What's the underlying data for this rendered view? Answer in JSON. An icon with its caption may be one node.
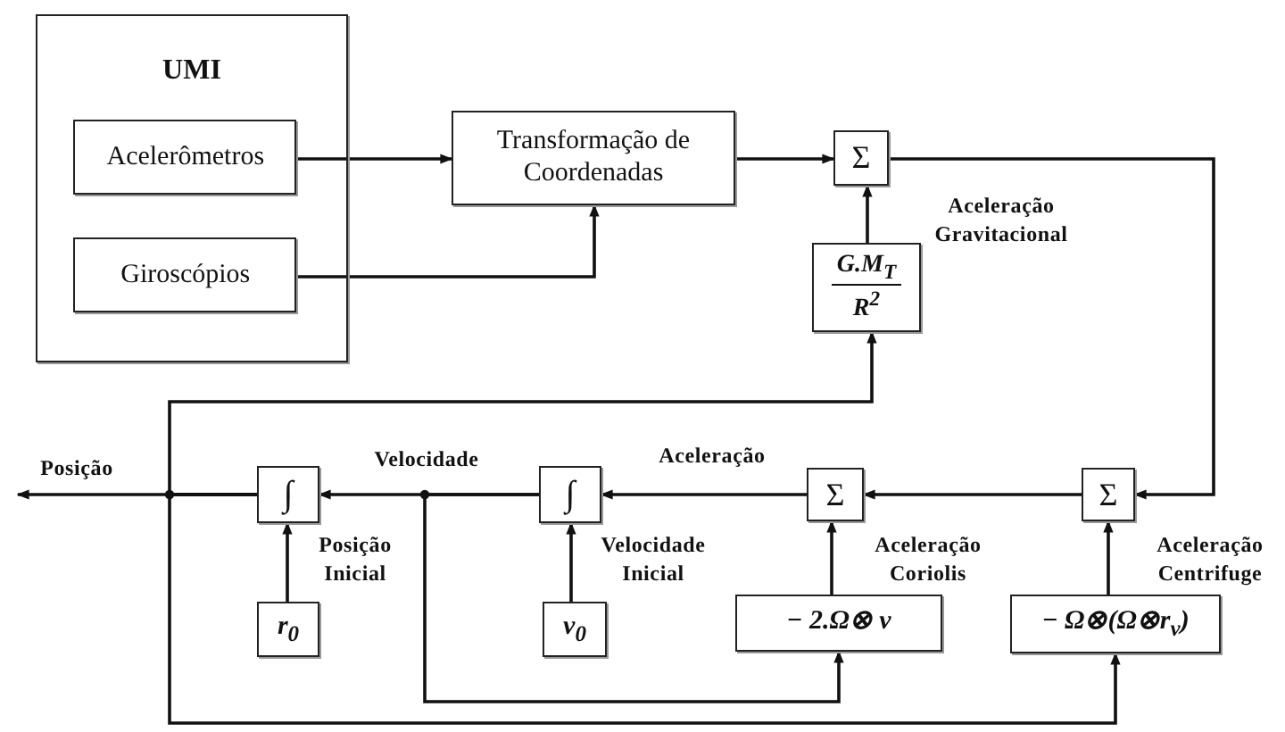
{
  "diagram": {
    "nodes": [
      {
        "text": [
          "UMI"
        ]
      },
      {
        "text": [
          "Acelerômetros"
        ],
        "in": 0
      },
      {
        "text": [
          "Giroscópios"
        ],
        "in": 0
      },
      {
        "text": [
          "Transformação de Coordenadas"
        ]
      },
      {
        "text": [
          "Σ"
        ]
      },
      {
        "text": [
          "G.M$_{T}$",
          "R$^{2}$"
        ]
      },
      {
        "text": [
          "Σ"
        ]
      },
      {
        "text": [
          "− Ω⊗(Ω⊗r$_{v}$)"
        ]
      },
      {
        "text": [
          "Σ"
        ]
      },
      {
        "text": [
          "− 2.Ω⊗ v"
        ]
      },
      {
        "text": [
          "∫"
        ]
      },
      {
        "text": [
          "v$_{0}$"
        ]
      },
      {
        "text": [
          "∫"
        ]
      },
      {
        "text": [
          "r$_{0}$"
        ]
      }
    ],
    "edges": [
      {
        "from": 1,
        "to": 3,
        "arrow": "to"
      },
      {
        "from": 2,
        "to": 3,
        "arrow": "to"
      },
      {
        "from": 3,
        "to": 4,
        "arrow": "to"
      },
      {
        "from": 5,
        "to": 4,
        "arrow": "to",
        "label": "Aceleração Gravitacional"
      },
      {
        "from": 4,
        "to": 6,
        "arrow": "to"
      },
      {
        "from": 6,
        "to": 8,
        "arrow": "to"
      },
      {
        "from": 7,
        "to": 6,
        "arrow": "to",
        "label": "Aceleração Centrifuge"
      },
      {
        "from": 8,
        "to": 10,
        "arrow": "to",
        "label": "Aceleração"
      },
      {
        "from": 9,
        "to": 8,
        "arrow": "to",
        "label": "Aceleração Coriolis"
      },
      {
        "from": 10,
        "to": 12,
        "arrow": "to",
        "label": "Velocidade"
      },
      {
        "from": 11,
        "to": 10,
        "arrow": "to",
        "label": "Velocidade Inicial"
      },
      {
        "from": 13,
        "to": 12,
        "arrow": "to",
        "label": "Posição Inicial"
      },
      {
        "from": 12,
        "to": null,
        "arrow": "to",
        "label": "Posição"
      },
      {
        "from": 12,
        "to": 5,
        "arrow": "to"
      },
      {
        "from": 12,
        "to": 7,
        "arrow": "to"
      },
      {
        "from": 10,
        "to": 9,
        "arrow": "to"
      }
    ]
  }
}
